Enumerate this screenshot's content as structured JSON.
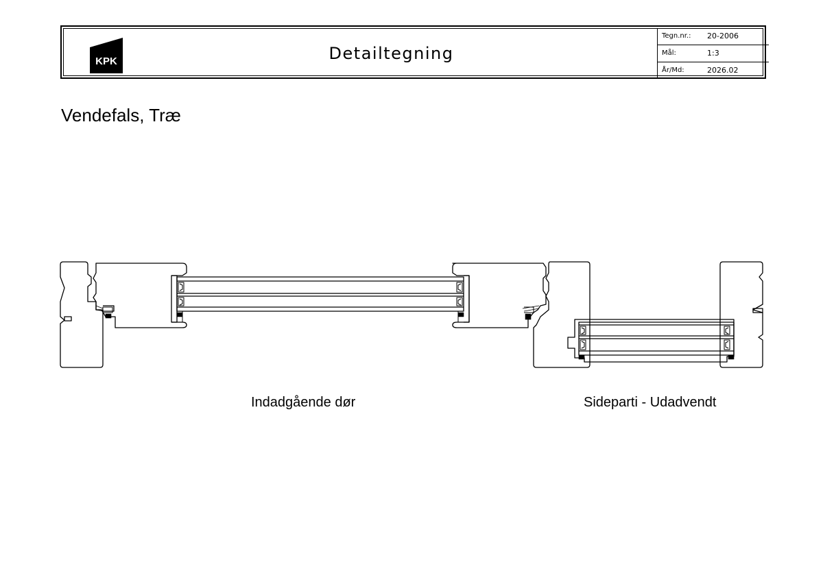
{
  "title_block": {
    "logo_text": "KPK",
    "title": "Detailtegning",
    "rows": [
      {
        "label": "Tegn.nr.:",
        "value": "20-2006"
      },
      {
        "label": "Mål:",
        "value": "1:3"
      },
      {
        "label": "År/Md:",
        "value": "2026.02"
      }
    ]
  },
  "heading": "Vendefals, Træ",
  "captions": {
    "left": "Indadgående dør",
    "right": "Sideparti - Udadvendt"
  }
}
